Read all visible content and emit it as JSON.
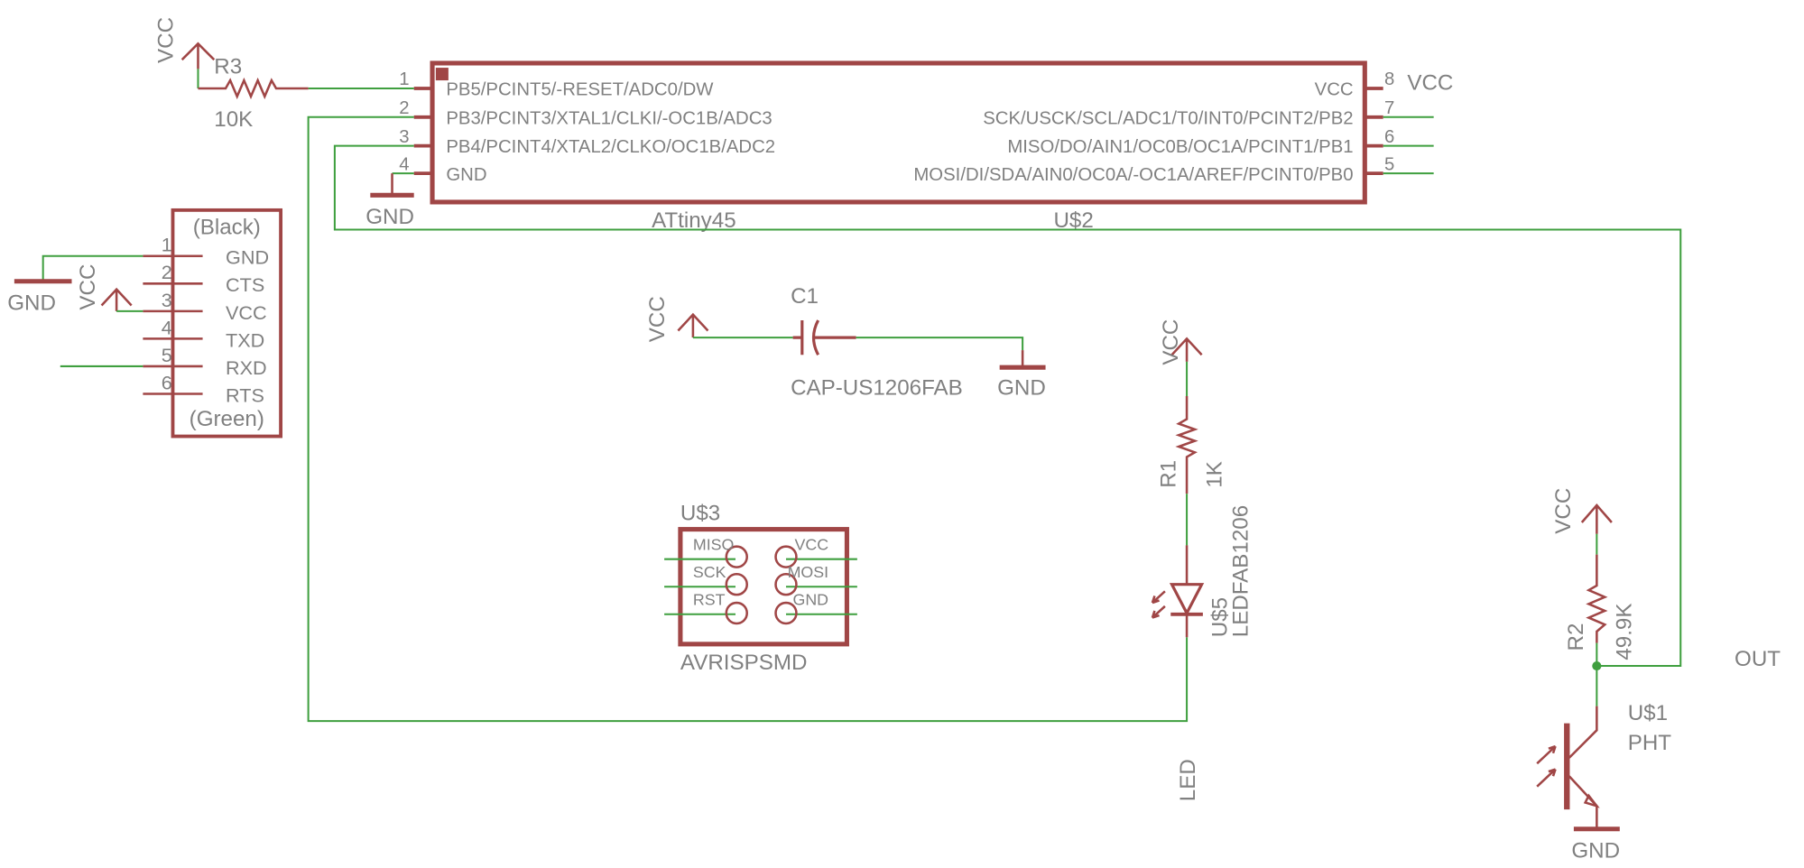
{
  "colors": {
    "symbol": "#a04646",
    "wire": "#3f9f3f",
    "text": "#808080",
    "background": "#ffffff"
  },
  "attiny": {
    "name": "U$2",
    "value": "ATtiny45",
    "left_pins": [
      {
        "num": "1",
        "label": "PB5/PCINT5/-RESET/ADC0/DW"
      },
      {
        "num": "2",
        "label": "PB3/PCINT3/XTAL1/CLKI/-OC1B/ADC3"
      },
      {
        "num": "3",
        "label": "PB4/PCINT4/XTAL2/CLKO/OC1B/ADC2"
      },
      {
        "num": "4",
        "label": "GND"
      }
    ],
    "right_pins": [
      {
        "num": "8",
        "label": "VCC"
      },
      {
        "num": "7",
        "label": "SCK/USCK/SCL/ADC1/T0/INT0/PCINT2/PB2"
      },
      {
        "num": "6",
        "label": "MISO/DO/AIN1/OC0B/OC1A/PCINT1/PB1"
      },
      {
        "num": "5",
        "label": "MOSI/DI/SDA/AIN0/OC0A/-OC1A/AREF/PCINT0/PB0"
      }
    ],
    "vcc_label": "VCC",
    "gnd_label": "GND"
  },
  "r3": {
    "name": "R3",
    "value": "10K",
    "vcc_label": "VCC"
  },
  "ftdi": {
    "top": "(Black)",
    "bottom": "(Green)",
    "pins": [
      {
        "num": "1",
        "label": "GND"
      },
      {
        "num": "2",
        "label": "CTS"
      },
      {
        "num": "3",
        "label": "VCC"
      },
      {
        "num": "4",
        "label": "TXD"
      },
      {
        "num": "5",
        "label": "RXD"
      },
      {
        "num": "6",
        "label": "RTS"
      }
    ],
    "gnd_label": "GND",
    "vcc_label": "VCC"
  },
  "c1": {
    "name": "C1",
    "value": "CAP-US1206FAB",
    "vcc_label": "VCC",
    "gnd_label": "GND"
  },
  "isp": {
    "name": "U$3",
    "value": "AVRISPSMD",
    "left": [
      "MISO",
      "SCK",
      "RST"
    ],
    "right": [
      "VCC",
      "MOSI",
      "GND"
    ]
  },
  "r1": {
    "name": "R1",
    "value": "1K",
    "vcc_label": "VCC"
  },
  "led": {
    "name": "U$5",
    "value": "LEDFAB1206",
    "net_label": "LED"
  },
  "r2": {
    "name": "R2",
    "value": "49.9K",
    "vcc_label": "VCC"
  },
  "pht": {
    "name": "U$1",
    "value": "PHT",
    "gnd_label": "GND"
  },
  "out_label": "OUT"
}
